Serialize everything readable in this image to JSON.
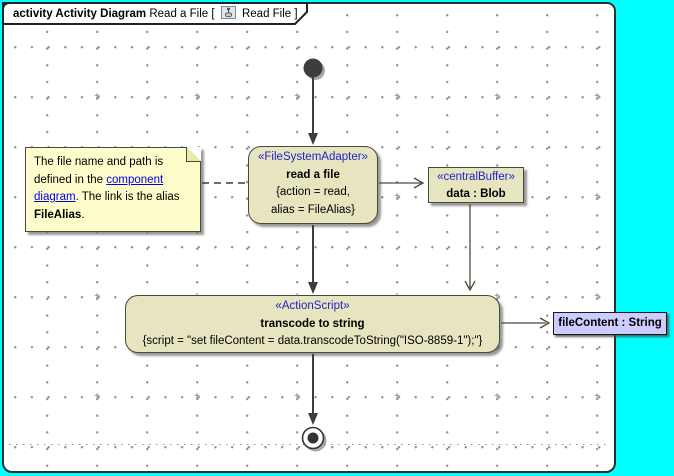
{
  "header": {
    "title_bold": "activity Activity Diagram",
    "context": "Read a File [",
    "frame_label": "Read File ]",
    "icon": "activity-diagram-icon"
  },
  "note": {
    "text_before_link": "The file name and path is defined in the ",
    "link_text": "component diagram",
    "text_after_link": ". The link is the alias ",
    "bold_text": "FileAlias",
    "text_end": "."
  },
  "nodes": {
    "read_action": {
      "stereotype": "«FileSystemAdapter»",
      "name": "read a file",
      "props_line1": "{action = read,",
      "props_line2": "alias = FileAlias}"
    },
    "central_buffer": {
      "stereotype": "«centralBuffer»",
      "name": "data : Blob"
    },
    "transcode_action": {
      "stereotype": "«ActionScript»",
      "name": "transcode to string",
      "props": "{script = \"set fileContent = data.transcodeToString(\"ISO-8859-1\");\"}"
    },
    "output_object": {
      "label": "fileContent : String"
    }
  },
  "colors": {
    "window_background": "#00FFFF",
    "node_fill": "#E6E5BF",
    "note_fill": "#FDFCCB",
    "object_fill": "#CCCCFF",
    "stereotype_text": "#2222CC",
    "link_text": "#0000EE"
  }
}
